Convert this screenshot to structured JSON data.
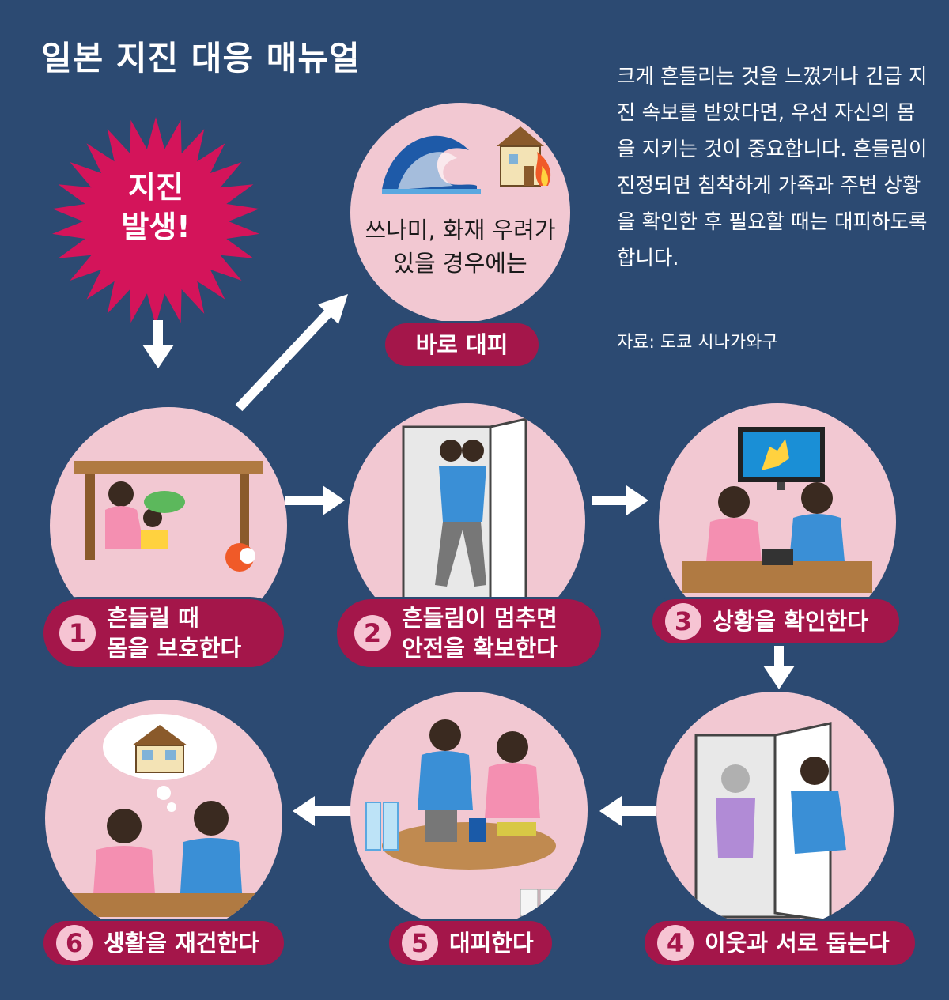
{
  "title": "일본 지진 대응 매뉴얼",
  "intro": "크게 흔들리는 것을 느꼈거나 긴급 지진 속보를 받았다면, 우선 자신의 몸을 지키는 것이 중요합니다. 흔들림이 진정되면 침착하게 가족과 주변 상황을 확인한 후 필요할 때는 대피하도록 합니다.",
  "source": "자료: 도쿄 시나가와구",
  "start": {
    "line1": "지진",
    "line2": "발생!"
  },
  "tsunami": {
    "text": "쓰나미, 화재 우려가 있을 경우에는",
    "label": "바로 대피"
  },
  "steps": [
    {
      "num": "1",
      "line1": "흔들릴 때",
      "line2": "몸을 보호한다"
    },
    {
      "num": "2",
      "line1": "흔들림이 멈추면",
      "line2": "안전을 확보한다"
    },
    {
      "num": "3",
      "line1": "상황을 확인한다",
      "line2": ""
    },
    {
      "num": "4",
      "line1": "이웃과 서로 돕는다",
      "line2": ""
    },
    {
      "num": "5",
      "line1": "대피한다",
      "line2": ""
    },
    {
      "num": "6",
      "line1": "생활을 재건한다",
      "line2": ""
    }
  ],
  "colors": {
    "background": "#2c4a72",
    "circle": "#f2c8d2",
    "accent": "#a4164a",
    "star": "#d4145a"
  }
}
